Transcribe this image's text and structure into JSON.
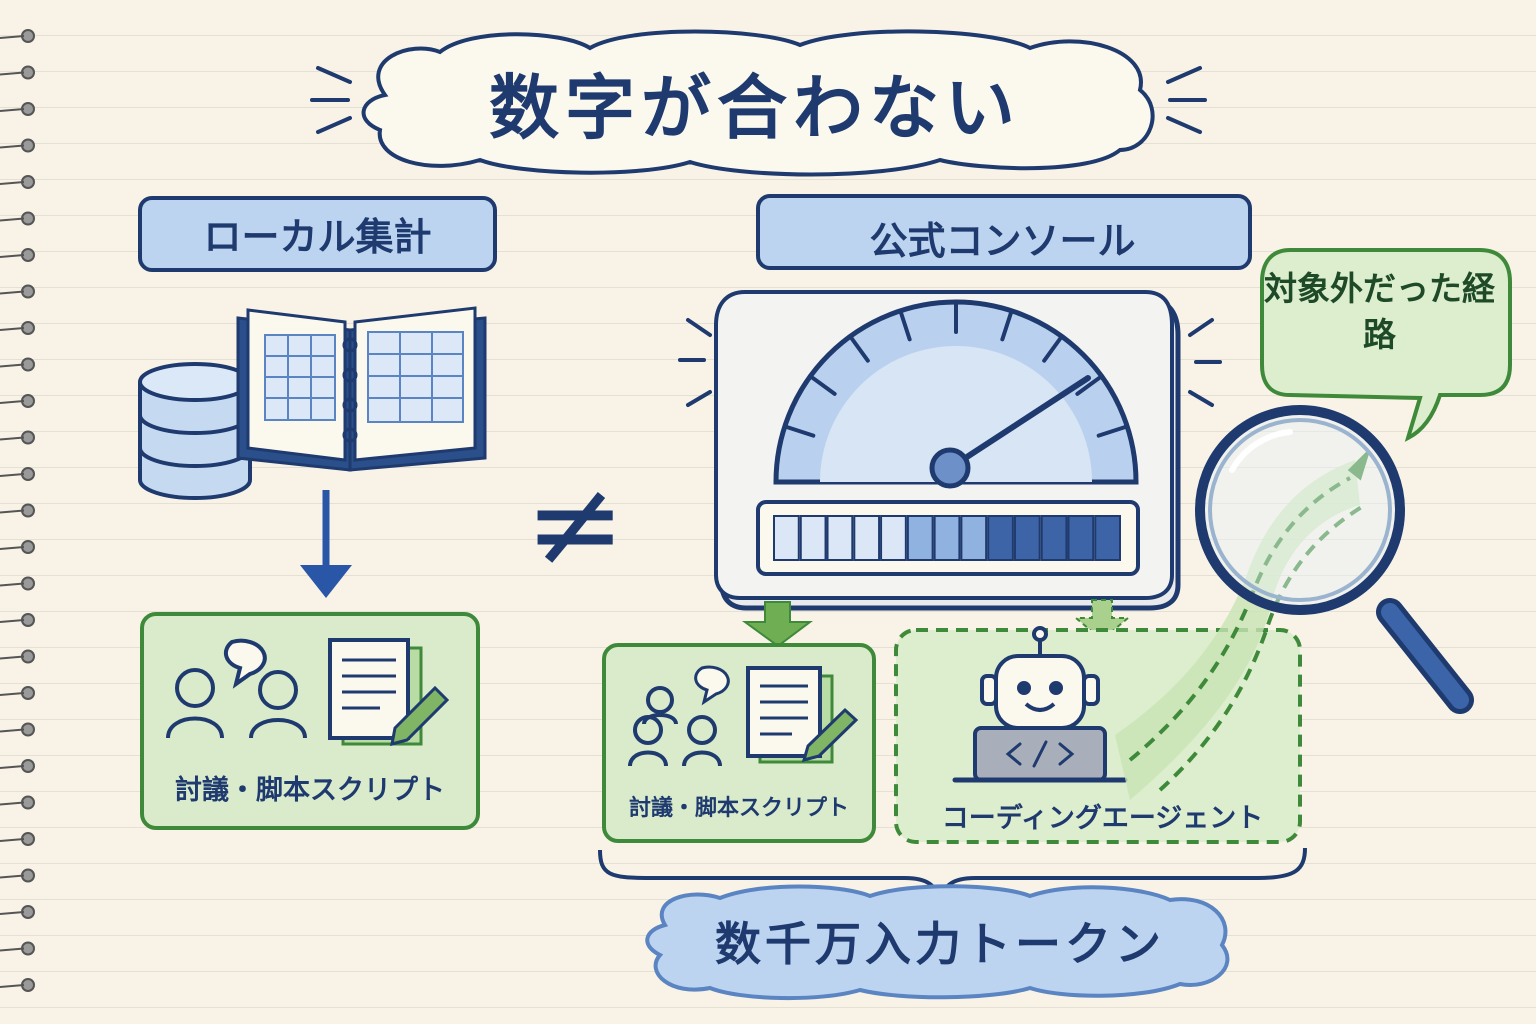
{
  "title": "数字が合わない",
  "local_label": "ローカル集計",
  "console_label": "公式コンソール",
  "not_equal": "≠",
  "left_box_label": "討議・脚本スクリプト",
  "right_box_label": "討議・脚本スクリプト",
  "agent_label": "コーディングエージェント",
  "tokens_label": "数千万入力トークン",
  "bubble_label": "対象外だった経路",
  "icons": [
    "database-icon",
    "notebook-icon",
    "arrow-down-icon",
    "people-icon",
    "chat-bubble-icon",
    "document-pencil-icon",
    "gauge-icon",
    "robot-icon",
    "laptop-code-icon",
    "magnifier-icon",
    "dashed-path-icon"
  ],
  "colors": {
    "navy": "#1e3a6e",
    "blue": "#8fb7e5",
    "green": "#5a9a48",
    "greenFill": "#d9ebcb",
    "paper": "#f8f3e6"
  }
}
